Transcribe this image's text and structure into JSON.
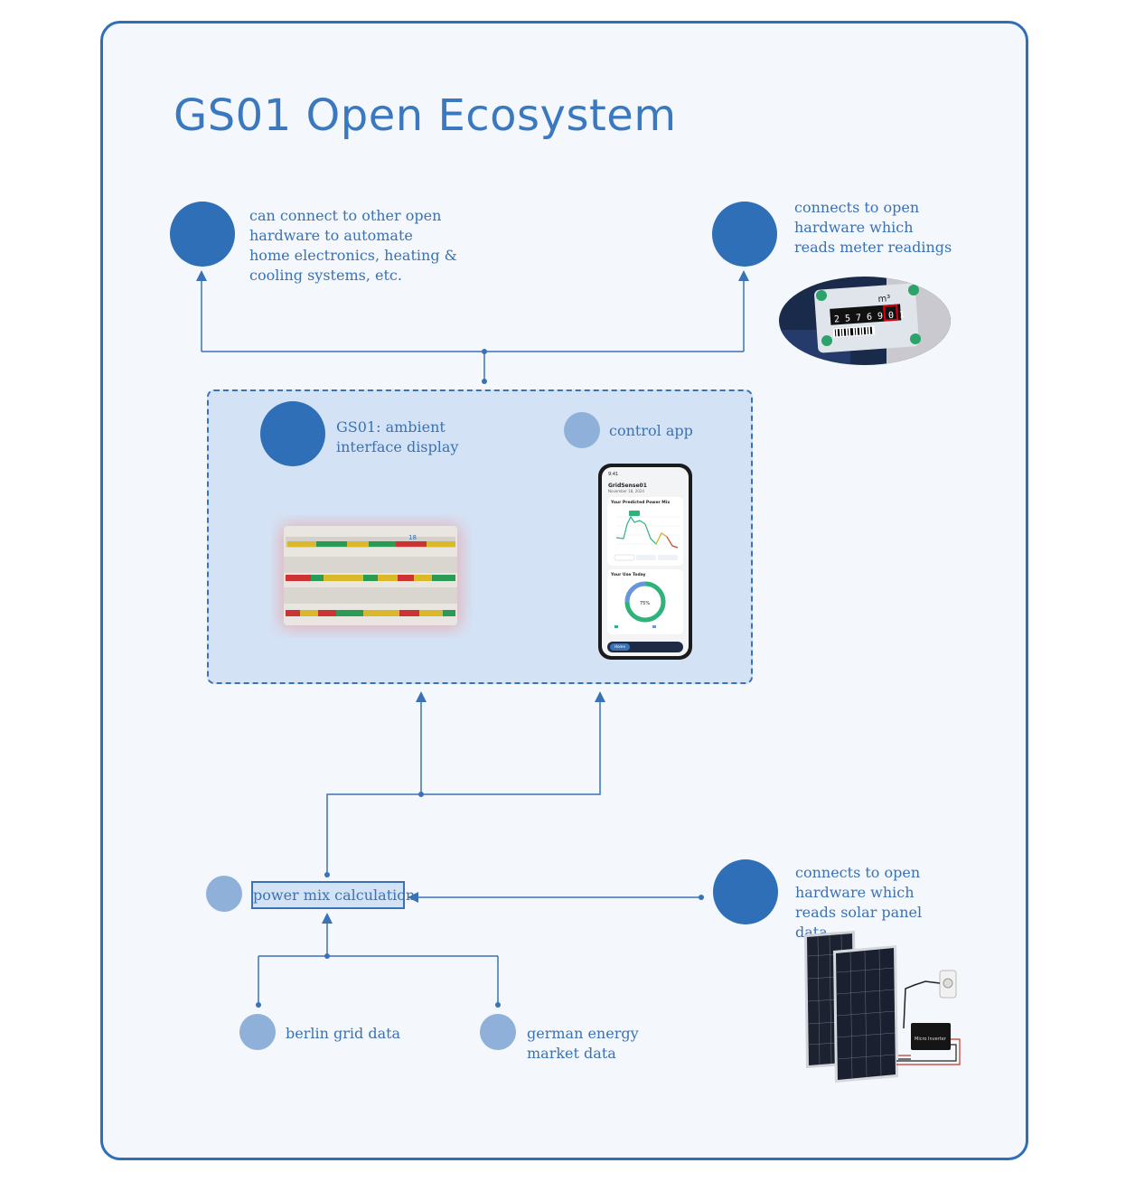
{
  "title": "GS01 Open Ecosystem",
  "nodes": {
    "automation": "can connect to other open hardware to automate home electronics, heating & cooling systems, etc.",
    "meter": "connects to open hardware which reads meter readings",
    "display": "GS01: ambient interface display",
    "app": "control app",
    "power_mix": "power mix calculation",
    "solar": "connects to open hardware which reads solar panel data",
    "berlin": "berlin grid data",
    "market": "german energy market data"
  },
  "phone": {
    "time": "9:41",
    "app_name": "GridSense01",
    "date": "November 18, 2024",
    "chart_title": "Your Predicted Power Mix",
    "use_title": "Your Use Today",
    "percent": "75%",
    "nav_home": "Home"
  },
  "meter_digits": "2 5 7 6 9 0 1",
  "meter_unit": "m³",
  "inverter_label": "Micro Inverter",
  "display_digit": "18",
  "colors": {
    "accent": "#2f6fb8",
    "light_accent": "#8fb0d9",
    "panel_bg": "#d3e3f5",
    "text": "#3a72b5"
  }
}
